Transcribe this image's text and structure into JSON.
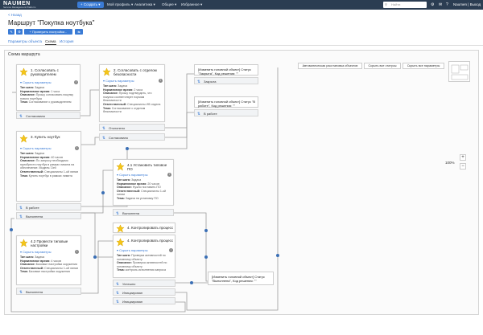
{
  "header": {
    "logo_text": "NAUMEN",
    "logo_sub": "Service Management Platform",
    "create_label": "+ Создать ▾",
    "nav": [
      "Мой профиль ▾",
      "Аналитика ▾",
      "Общее ▾",
      "Избранное ▾"
    ],
    "search_placeholder": "Найти",
    "user": "Naumen | Выход"
  },
  "page": {
    "back_label": "< Назад",
    "title": "Маршрут \"Покупка ноутбука\"",
    "buttons": [
      "✎",
      "⚙",
      "+ Проверить настройки...",
      "⇆"
    ],
    "tabs": [
      "Параметры объекта",
      "Схема",
      "История"
    ],
    "panel_title": "Схема маршрута"
  },
  "toolbar": {
    "auto_layout": "Автоматическая расстановка объектов",
    "hide_statuses": "Скрыть все статусы",
    "hide_params": "Скрыть все параметры",
    "zoom": "100%",
    "zoom_in": "+",
    "zoom_out": "−"
  },
  "nodes": [
    {
      "id": "n1",
      "title": "1. Согласовать с руководителем",
      "hide": "▾ Скрыть параметры",
      "params": [
        [
          "Тип шага:",
          "Задача"
        ],
        [
          "Нормативное время:",
          "1 часа"
        ],
        [
          "Описание:",
          "Прошу согласовать покупку нового ноутбука"
        ],
        [
          "Тема:",
          "Согласование с руководителем"
        ]
      ],
      "outlets": [
        "Согласовано"
      ]
    },
    {
      "id": "n2",
      "title": "2. Согласовать с отделом безопасности",
      "hide": "▾ Скрыть параметры",
      "params": [
        [
          "Тип шага:",
          "Задача"
        ],
        [
          "Нормативное время:",
          "2 часа"
        ],
        [
          "Описание:",
          "Прошу подтвердить, что покупка соответствует нормам безопасности"
        ],
        [
          "Ответственный:",
          "Специалисты ИБ отдела"
        ],
        [
          "Тема:",
          "Согласование с отделом безопасности"
        ]
      ],
      "outlets": [
        "Отклонено",
        "Согласовано"
      ]
    },
    {
      "id": "n3",
      "title": "3. Купить ноутбук",
      "hide": "▾ Скрыть параметры",
      "params": [
        [
          "Тип шага:",
          "Задача"
        ],
        [
          "Нормативное время:",
          "40 часов"
        ],
        [
          "Описание:",
          "По запросу необходимо приобрести ноутбук в рамках лимита на обеспечение. Модель: Dell"
        ],
        [
          "Ответственный:",
          "Специалисты 1-ой линии"
        ],
        [
          "Тема:",
          "Купить ноутбук в рамках лимита"
        ]
      ],
      "outlets": [
        "В работе",
        "Выполнена"
      ]
    },
    {
      "id": "n41",
      "title": "4.1 Установить типовое ПО",
      "hide": "▾ Скрыть параметры",
      "params": [
        [
          "Тип шага:",
          "Задача"
        ],
        [
          "Нормативное время:",
          "20 часов"
        ],
        [
          "Описание:",
          "Нужно поставить ПО"
        ],
        [
          "Ответственный:",
          "Специалисты 1-ой линии"
        ],
        [
          "Тема:",
          "Задача на установку ПО"
        ]
      ],
      "outlets": [
        "Выполнена"
      ]
    },
    {
      "id": "n42",
      "title": "4.2 Провести типовые настройки",
      "hide": "▾ Скрыть параметры",
      "params": [
        [
          "Тип шага:",
          "Задача"
        ],
        [
          "Нормативное время:",
          "4 часов"
        ],
        [
          "Описание:",
          "Базовые настройки окружения"
        ],
        [
          "Ответственный:",
          "Специалисты 1-ой линии"
        ],
        [
          "Тема:",
          "Базовые настройки окружения"
        ]
      ],
      "outlets": [
        "Выполнена"
      ]
    },
    {
      "id": "n4a",
      "title": "4. Контролировать процесс",
      "outlets": []
    },
    {
      "id": "n4b",
      "title": "4. Контролировать процесс",
      "hide": "▾ Скрыть параметры",
      "params": [
        [
          "Тип шага:",
          "Проверка активностей по головному объекту"
        ],
        [
          "Описание:",
          "Проверка активностей по головному объекту"
        ],
        [
          "Тема:",
          "контроль исполнения запроса"
        ]
      ],
      "outlets": [
        "Успешно",
        "Инициирован",
        "Инициирован"
      ]
    }
  ],
  "ends": [
    {
      "title": "[Изменить головной объект] Статус \"Закрыта\", Код решения: \"\"",
      "outlet": "Закрыта"
    },
    {
      "title": "[Изменить головной объект] Статус \"В работе\", Код решения: \"\"",
      "outlet": "В работе"
    },
    {
      "title": "[Изменить головной объект] Статус \"Выполнена\", Код решения: \"\"",
      "outlet": ""
    }
  ]
}
